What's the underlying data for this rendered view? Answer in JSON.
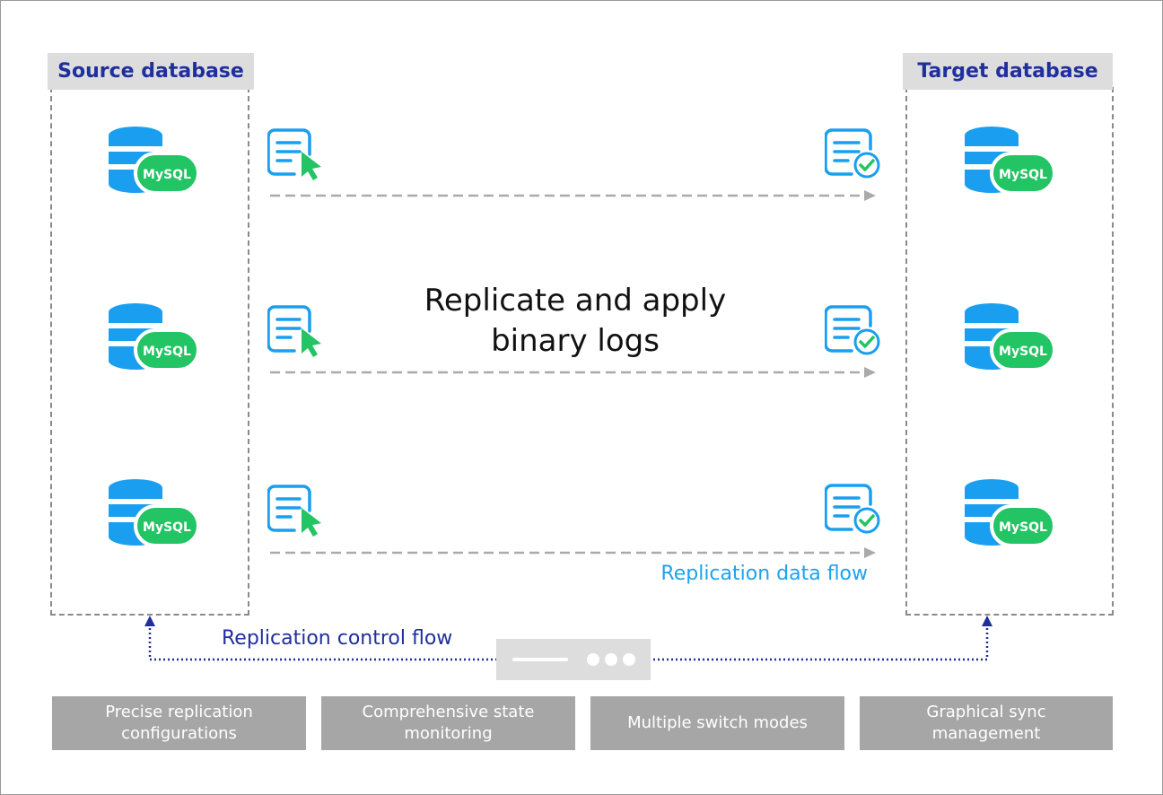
{
  "source": {
    "title": "Source database"
  },
  "target": {
    "title": "Target database"
  },
  "db_badge": "MySQL",
  "center_label_lines": [
    "Replicate and apply",
    "binary logs"
  ],
  "data_flow_label": "Replication data flow",
  "control_flow_label": "Replication control flow",
  "features": [
    {
      "lines": [
        "Precise replication",
        "configurations"
      ]
    },
    {
      "lines": [
        "Comprehensive state",
        "monitoring"
      ]
    },
    {
      "lines": [
        "Multiple switch modes"
      ]
    },
    {
      "lines": [
        "Graphical sync",
        "management"
      ]
    }
  ],
  "colors": {
    "db_blue": "#1a9ff0",
    "mysql_green": "#22c463",
    "title_blue": "#1f2f9e",
    "flow_blue": "#1ea2ee",
    "box_gray": "#a6a6a6",
    "title_bg": "#dddddd",
    "arrow_gray": "#aaaaaa"
  },
  "icons": [
    "database-icon",
    "log-file-send-icon",
    "log-file-check-icon",
    "server-icon",
    "arrow-icon"
  ]
}
